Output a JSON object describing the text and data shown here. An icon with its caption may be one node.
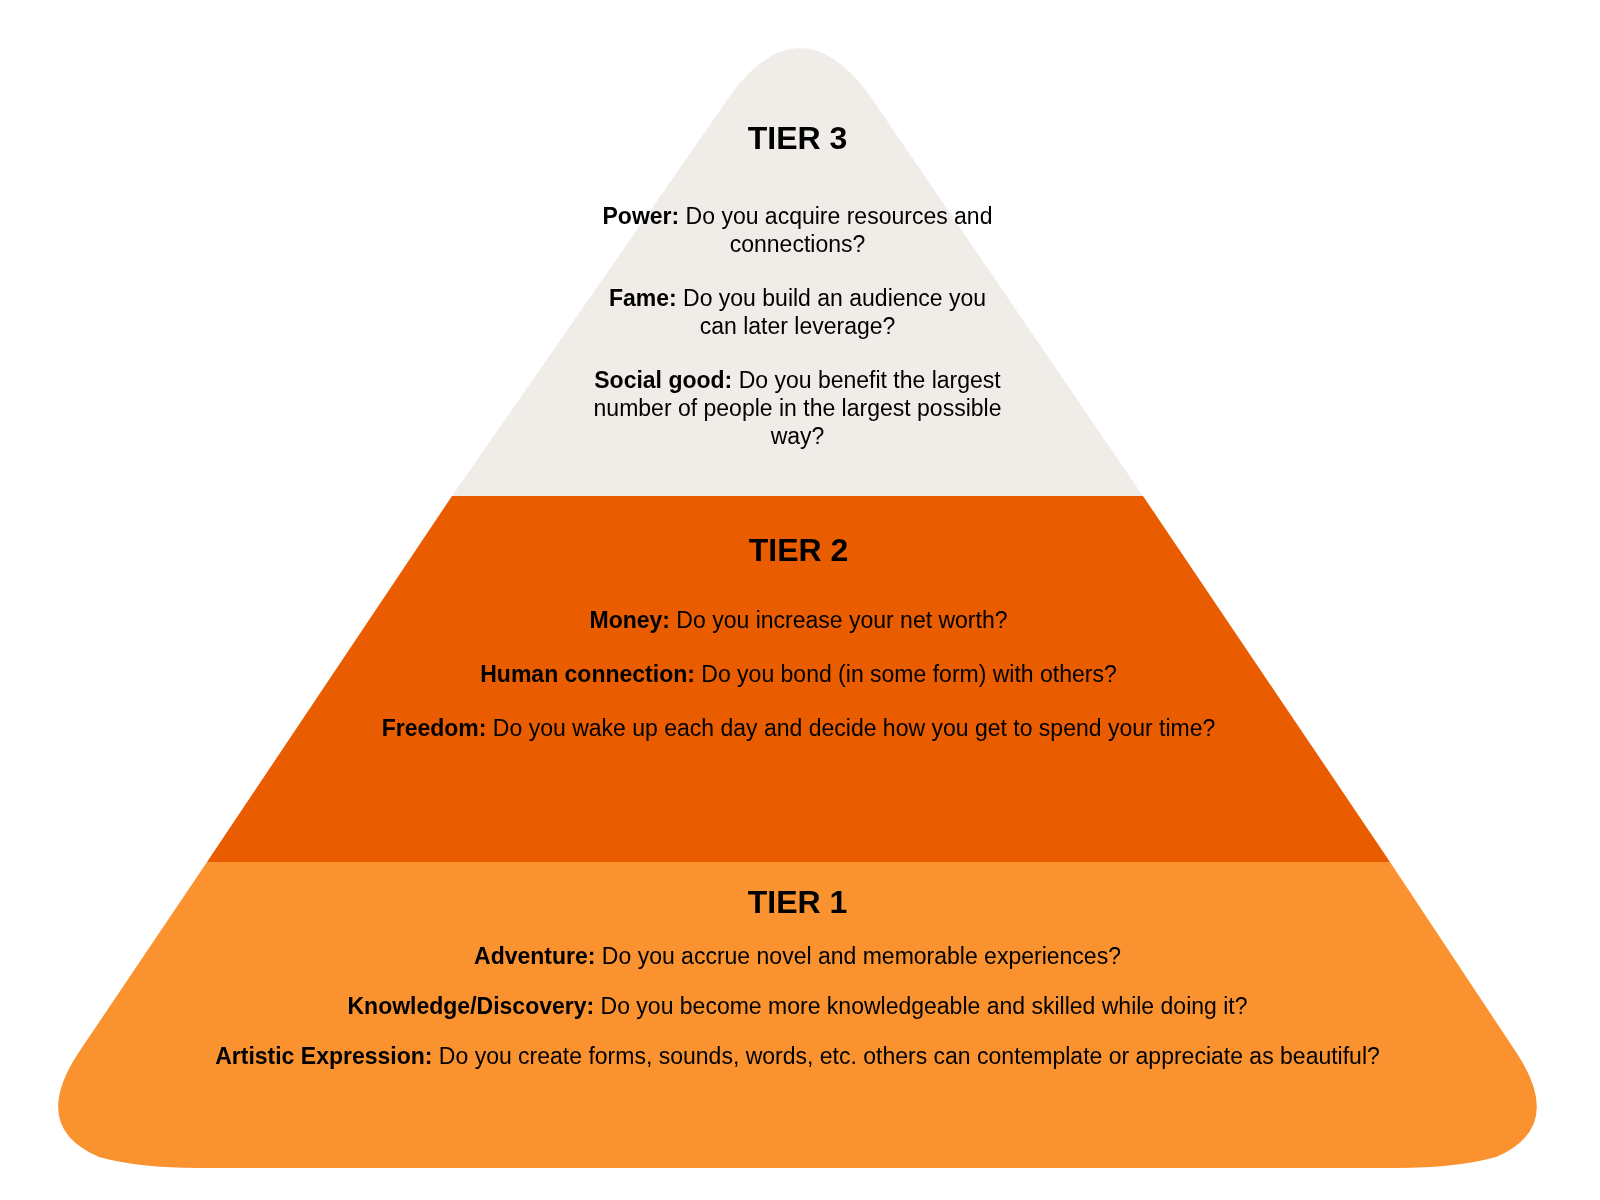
{
  "diagram": {
    "nodes": [
      {
        "text": [
          "TIER 3",
          "**Power:** Do you acquire resources and connections?",
          "**Fame:** Do you build an audience you can later leverage?",
          "**Social good:** Do you benefit the largest number of people in the largest possible way?"
        ]
      },
      {
        "text": [
          "TIER 2",
          "**Money:** Do you increase your net worth?",
          "**Human connection:** Do you bond (in some form) with others?",
          "**Freedom:** Do you wake up each day and decide how you get to spend your time?"
        ]
      },
      {
        "text": [
          "TIER 1",
          "**Adventure:** Do you accrue novel and memorable experiences?",
          "**Knowledge/Discovery:** Do you become more knowledgeable and skilled while doing it?",
          "**Artistic Expression:** Do you create forms, sounds, words, etc. others can contemplate or appreciate as beautiful?"
        ]
      }
    ]
  }
}
